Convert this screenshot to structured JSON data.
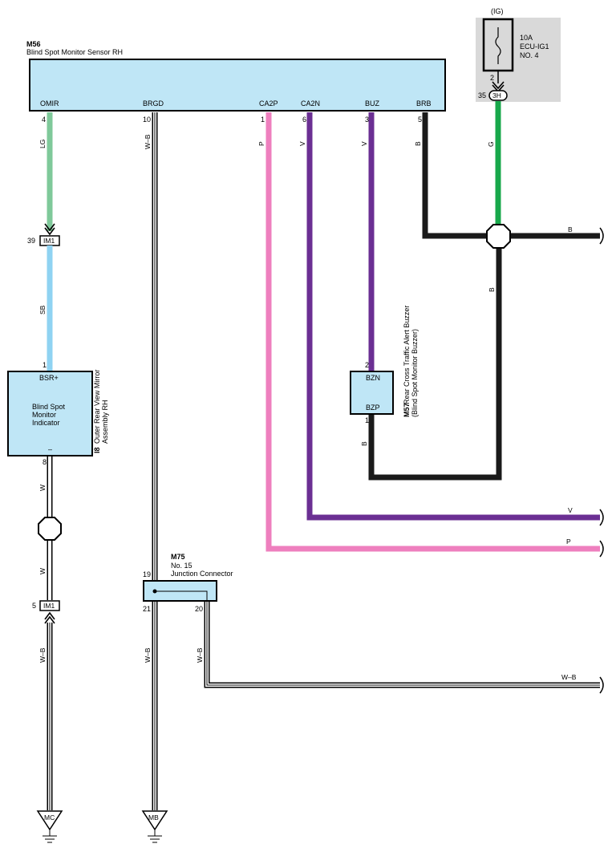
{
  "colors": {
    "LG": "#7fc99a",
    "SB": "#8fd3f2",
    "P": "#ee7fbe",
    "V": "#6b2f93",
    "B": "#1a1a1a",
    "G": "#18a84b",
    "component_fill": "#bfe6f6",
    "fuse_bg": "#d9d9d9"
  },
  "fuse": {
    "supply": "(IG)",
    "rating": "10A",
    "name": "ECU-IG1",
    "number": "NO. 4",
    "pin": "2",
    "connector_pin": "35",
    "connector": "3H"
  },
  "m56": {
    "code": "M56",
    "name": "Blind Spot Monitor Sensor RH",
    "terminals": [
      {
        "label": "OMIR",
        "pin": "4",
        "wire": "LG"
      },
      {
        "label": "BRGD",
        "pin": "10",
        "wire": "W-B"
      },
      {
        "label": "CA2P",
        "pin": "1",
        "wire": "P"
      },
      {
        "label": "CA2N",
        "pin": "6",
        "wire": "V"
      },
      {
        "label": "BUZ",
        "pin": "3",
        "wire": "V"
      },
      {
        "label": "BRB",
        "pin": "5",
        "wire": "B"
      }
    ]
  },
  "connectors": {
    "im1_top_pin": "39",
    "im1_top": "IM1",
    "im1_bottom_pin": "5",
    "im1_bottom": "IM1"
  },
  "i8": {
    "code": "I8",
    "name_line1": "Outer Rear View Mirror",
    "name_line2": "Assembly RH",
    "terminal_top": "BSR+",
    "terminal_bottom": "–",
    "inner_line1": "Blind Spot",
    "inner_line2": "Monitor",
    "inner_line3": "Indicator",
    "pin_top": "1",
    "pin_bottom": "8"
  },
  "m57": {
    "code": "M57",
    "name_line1": "Rear Cross Traffic Alert Buzzer",
    "name_line2": "(Blind Spot Monitor Buzzer)",
    "terminal_top": "BZN",
    "terminal_bottom": "BZP",
    "pin_top": "2",
    "pin_bottom": "1"
  },
  "m75": {
    "code": "M75",
    "name_line1": "No.  15",
    "name_line2": "Junction Connector",
    "pin_19": "19",
    "pin_21": "21",
    "pin_20": "20"
  },
  "wire_labels": {
    "lg": "LG",
    "sb": "SB",
    "wb_top": "W–B",
    "p": "P",
    "v1": "V",
    "v2": "V",
    "b1": "B",
    "g": "G",
    "b_right": "B",
    "b_down": "B",
    "b_buzzer": "B",
    "v_right": "V",
    "p_right": "P",
    "w1": "W",
    "w2": "W",
    "wb_left": "W–B",
    "wb_mid": "W–B",
    "wb_20": "W–B",
    "wb_right": "W–B"
  },
  "grounds": {
    "left": "MC",
    "right": "MB"
  }
}
